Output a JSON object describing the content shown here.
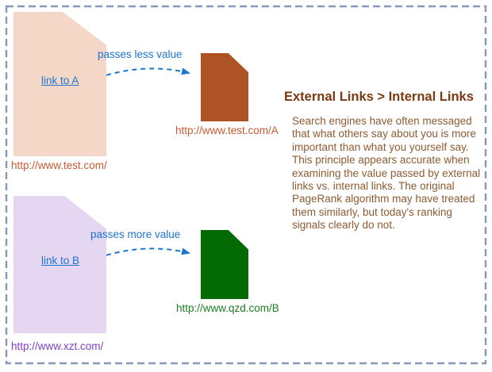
{
  "panel": {
    "heading": "External Links > Internal Links",
    "body": "Search engines have often messaged that what others say about you is more important than what you yourself say. This principle appears accurate when examining the value passed by external links vs. internal links. The original PageRank algorithm may have treated them similarly, but today's ranking signals clearly do not."
  },
  "scenario_a": {
    "source_page_url": "http://www.test.com/",
    "link_label": "link to A",
    "arrow_label": "passes less value",
    "target_page_url": "http://www.test.com/A"
  },
  "scenario_b": {
    "source_page_url": "http://www.xzt.com/",
    "link_label": "link to B",
    "arrow_label": "passes more value",
    "target_page_url": "http://www.qzd.com/B"
  },
  "colors": {
    "frame_border": "#8898BB",
    "arrow_blue": "#1B75D2",
    "source_a_fill": "#F4D7C6",
    "target_a_fill": "#AD5326",
    "source_b_fill": "#E5D6F2",
    "target_b_fill": "#046A04",
    "url_a_source_text": "#C65B33",
    "url_a_target_text": "#C65B33",
    "url_b_source_text": "#8140C8",
    "url_b_target_text": "#1E7E1E",
    "heading_text": "#7B3911",
    "body_text": "#8D5B32"
  }
}
